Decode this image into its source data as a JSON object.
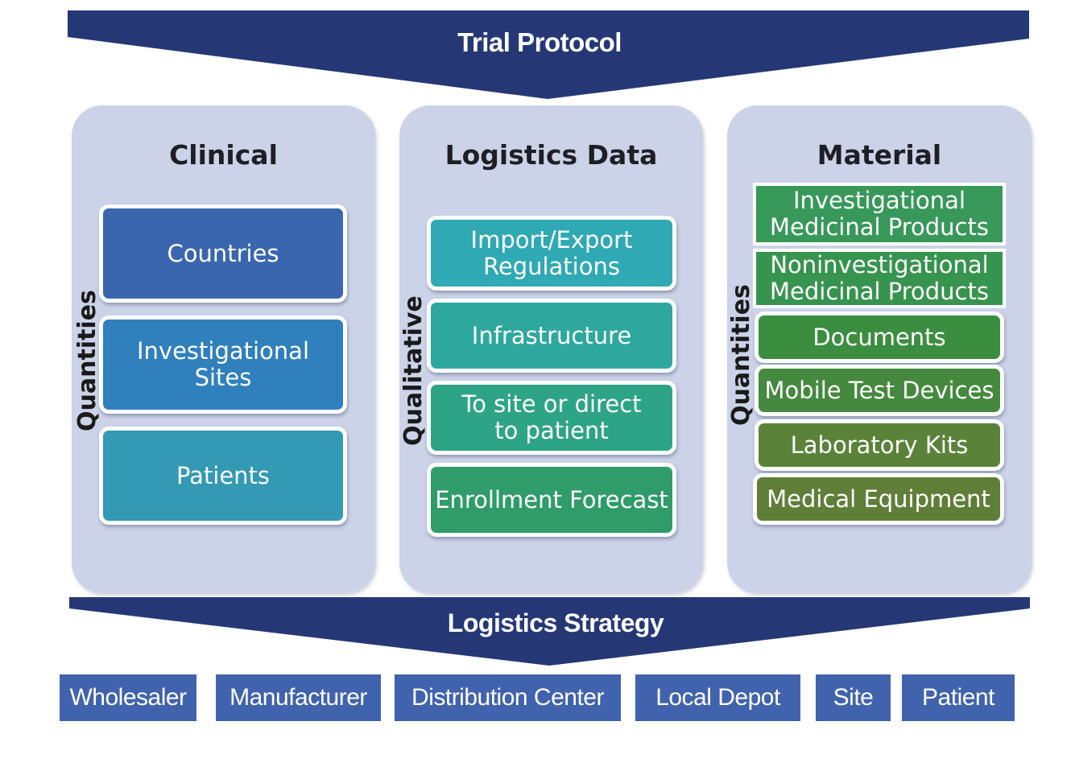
{
  "top_banner": {
    "title": "Trial Protocol",
    "color": "#263776"
  },
  "panels": [
    {
      "id": "clinical",
      "title": "Clinical",
      "side_label": "Quantities",
      "items": [
        {
          "label": "Countries",
          "color": "#3a66b0"
        },
        {
          "label": "Investigational\nSites",
          "color": "#2f80bd"
        },
        {
          "label": "Patients",
          "color": "#3399b5"
        }
      ]
    },
    {
      "id": "logistics",
      "title": "Logistics Data",
      "side_label": "Qualitative",
      "items": [
        {
          "label": "Import/Export\nRegulations",
          "color": "#2fa9b4"
        },
        {
          "label": "Infrastructure",
          "color": "#2ea89e"
        },
        {
          "label": "To site or direct\nto patient",
          "color": "#2ea487"
        },
        {
          "label": "Enrollment Forecast",
          "color": "#2f9c69"
        }
      ]
    },
    {
      "id": "material",
      "title": "Material",
      "side_label": "Quantities",
      "items": [
        {
          "label": "Investigational\nMedicinal Products",
          "color": "#37985a"
        },
        {
          "label": "Noninvestigational\nMedicinal Products",
          "color": "#37944f"
        },
        {
          "label": "Documents",
          "color": "#3b8e3f"
        },
        {
          "label": "Mobile Test Devices",
          "color": "#45893e"
        },
        {
          "label": "Laboratory Kits",
          "color": "#5a8239"
        },
        {
          "label": "Medical Equipment",
          "color": "#5f7e38"
        }
      ]
    }
  ],
  "bottom_banner": {
    "title": "Logistics Strategy",
    "color": "#263776"
  },
  "destinations": [
    "Wholesaler",
    "Manufacturer",
    "Distribution Center",
    "Local Depot",
    "Site",
    "Patient"
  ],
  "colors": {
    "panel_bg": "#ccd3e8",
    "destination_bg": "#4163ad"
  }
}
